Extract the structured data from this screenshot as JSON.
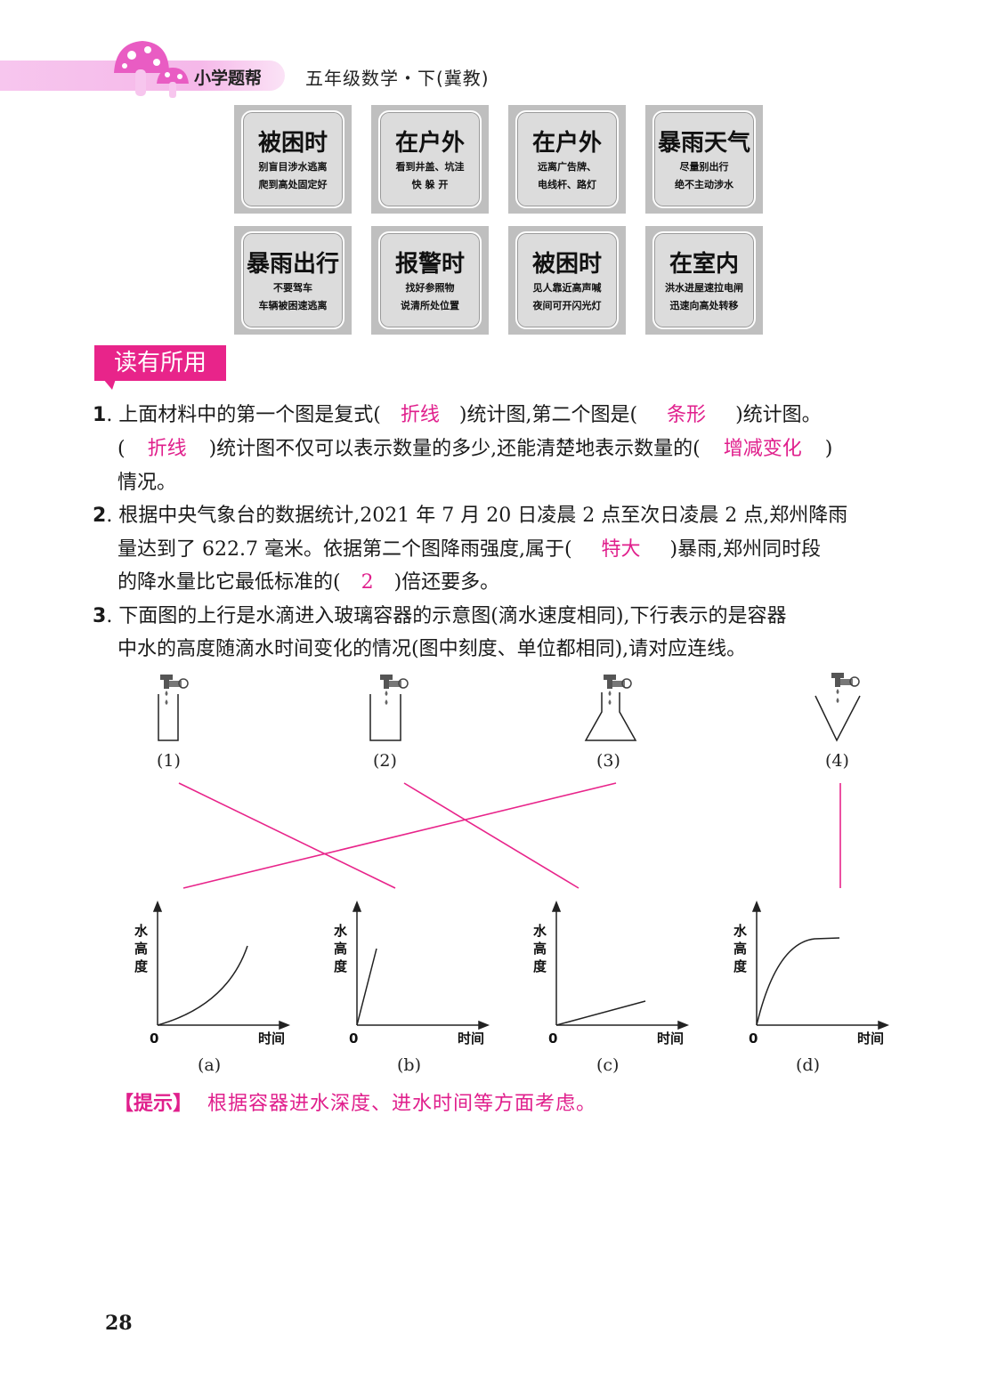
{
  "header": {
    "brand": "小学题帮",
    "book_title": "五年级数学・下(冀教)"
  },
  "signs": [
    {
      "title": "被困时",
      "line1": "别盲目涉水逃离",
      "line2": "爬到高处固定好"
    },
    {
      "title": "在户外",
      "line1": "看到井盖、坑洼",
      "line2": "快  躲  开"
    },
    {
      "title": "在户外",
      "line1": "远离广告牌、",
      "line2": "电线杆、路灯"
    },
    {
      "title": "暴雨天气",
      "line1": "尽量别出行",
      "line2": "绝不主动涉水"
    },
    {
      "title": "暴雨出行",
      "line1": "不要驾车",
      "line2": "车辆被困速逃离"
    },
    {
      "title": "报警时",
      "line1": "找好参照物",
      "line2": "说清所处位置"
    },
    {
      "title": "被困时",
      "line1": "见人靠近高声喊",
      "line2": "夜间可开闪光灯"
    },
    {
      "title": "在室内",
      "line1": "洪水进屋速拉电闸",
      "line2": "迅速向高处转移"
    }
  ],
  "section_tag": "读有所用",
  "q1": {
    "num": "1",
    "l1a": ". 上面材料中的第一个图是复式(",
    "a1": "折线",
    "l1b": ")统计图,第二个图是(",
    "a2": "条形",
    "l1c": ")统计图。",
    "l2a": "(",
    "a3": "折线",
    "l2b": ")统计图不仅可以表示数量的多少,还能清楚地表示数量的(",
    "a4": "增减变化",
    "l2c": ")",
    "l3": "情况。"
  },
  "q2": {
    "num": "2",
    "l1": ". 根据中央气象台的数据统计,2021 年 7 月 20 日凌晨 2 点至次日凌晨 2 点,郑州降雨",
    "l2a": "量达到了 622.7 毫米。依据第二个图降雨强度,属于(",
    "a1": "特大",
    "l2b": ")暴雨,郑州同时段",
    "l3a": "的降水量比它最低标准的(",
    "a2": "2",
    "l3b": ")倍还要多。"
  },
  "q3": {
    "num": "3",
    "l1": ". 下面图的上行是水滴进入玻璃容器的示意图(滴水速度相同),下行表示的是容器",
    "l2": "中水的高度随滴水时间变化的情况(图中刻度、单位都相同),请对应连线。"
  },
  "containers": [
    "(1)",
    "(2)",
    "(3)",
    "(4)"
  ],
  "graphs": {
    "labels": [
      "(a)",
      "(b)",
      "(c)",
      "(d)"
    ],
    "y_label_1": "水",
    "y_label_2": "高",
    "y_label_3": "度",
    "x_label": "时间",
    "origin": "0"
  },
  "matches": [
    {
      "container": "(1)",
      "graph": "(b)"
    },
    {
      "container": "(2)",
      "graph": "(c)"
    },
    {
      "container": "(3)",
      "graph": "(a)"
    },
    {
      "container": "(4)",
      "graph": "(d)"
    }
  ],
  "colors": {
    "answer": "#e01f8c",
    "match_line": "#e8248a",
    "tag": "#e8248a"
  },
  "hint": {
    "key": "【提示】",
    "text": "根据容器进水深度、进水时间等方面考虑。"
  },
  "page_number": "28"
}
